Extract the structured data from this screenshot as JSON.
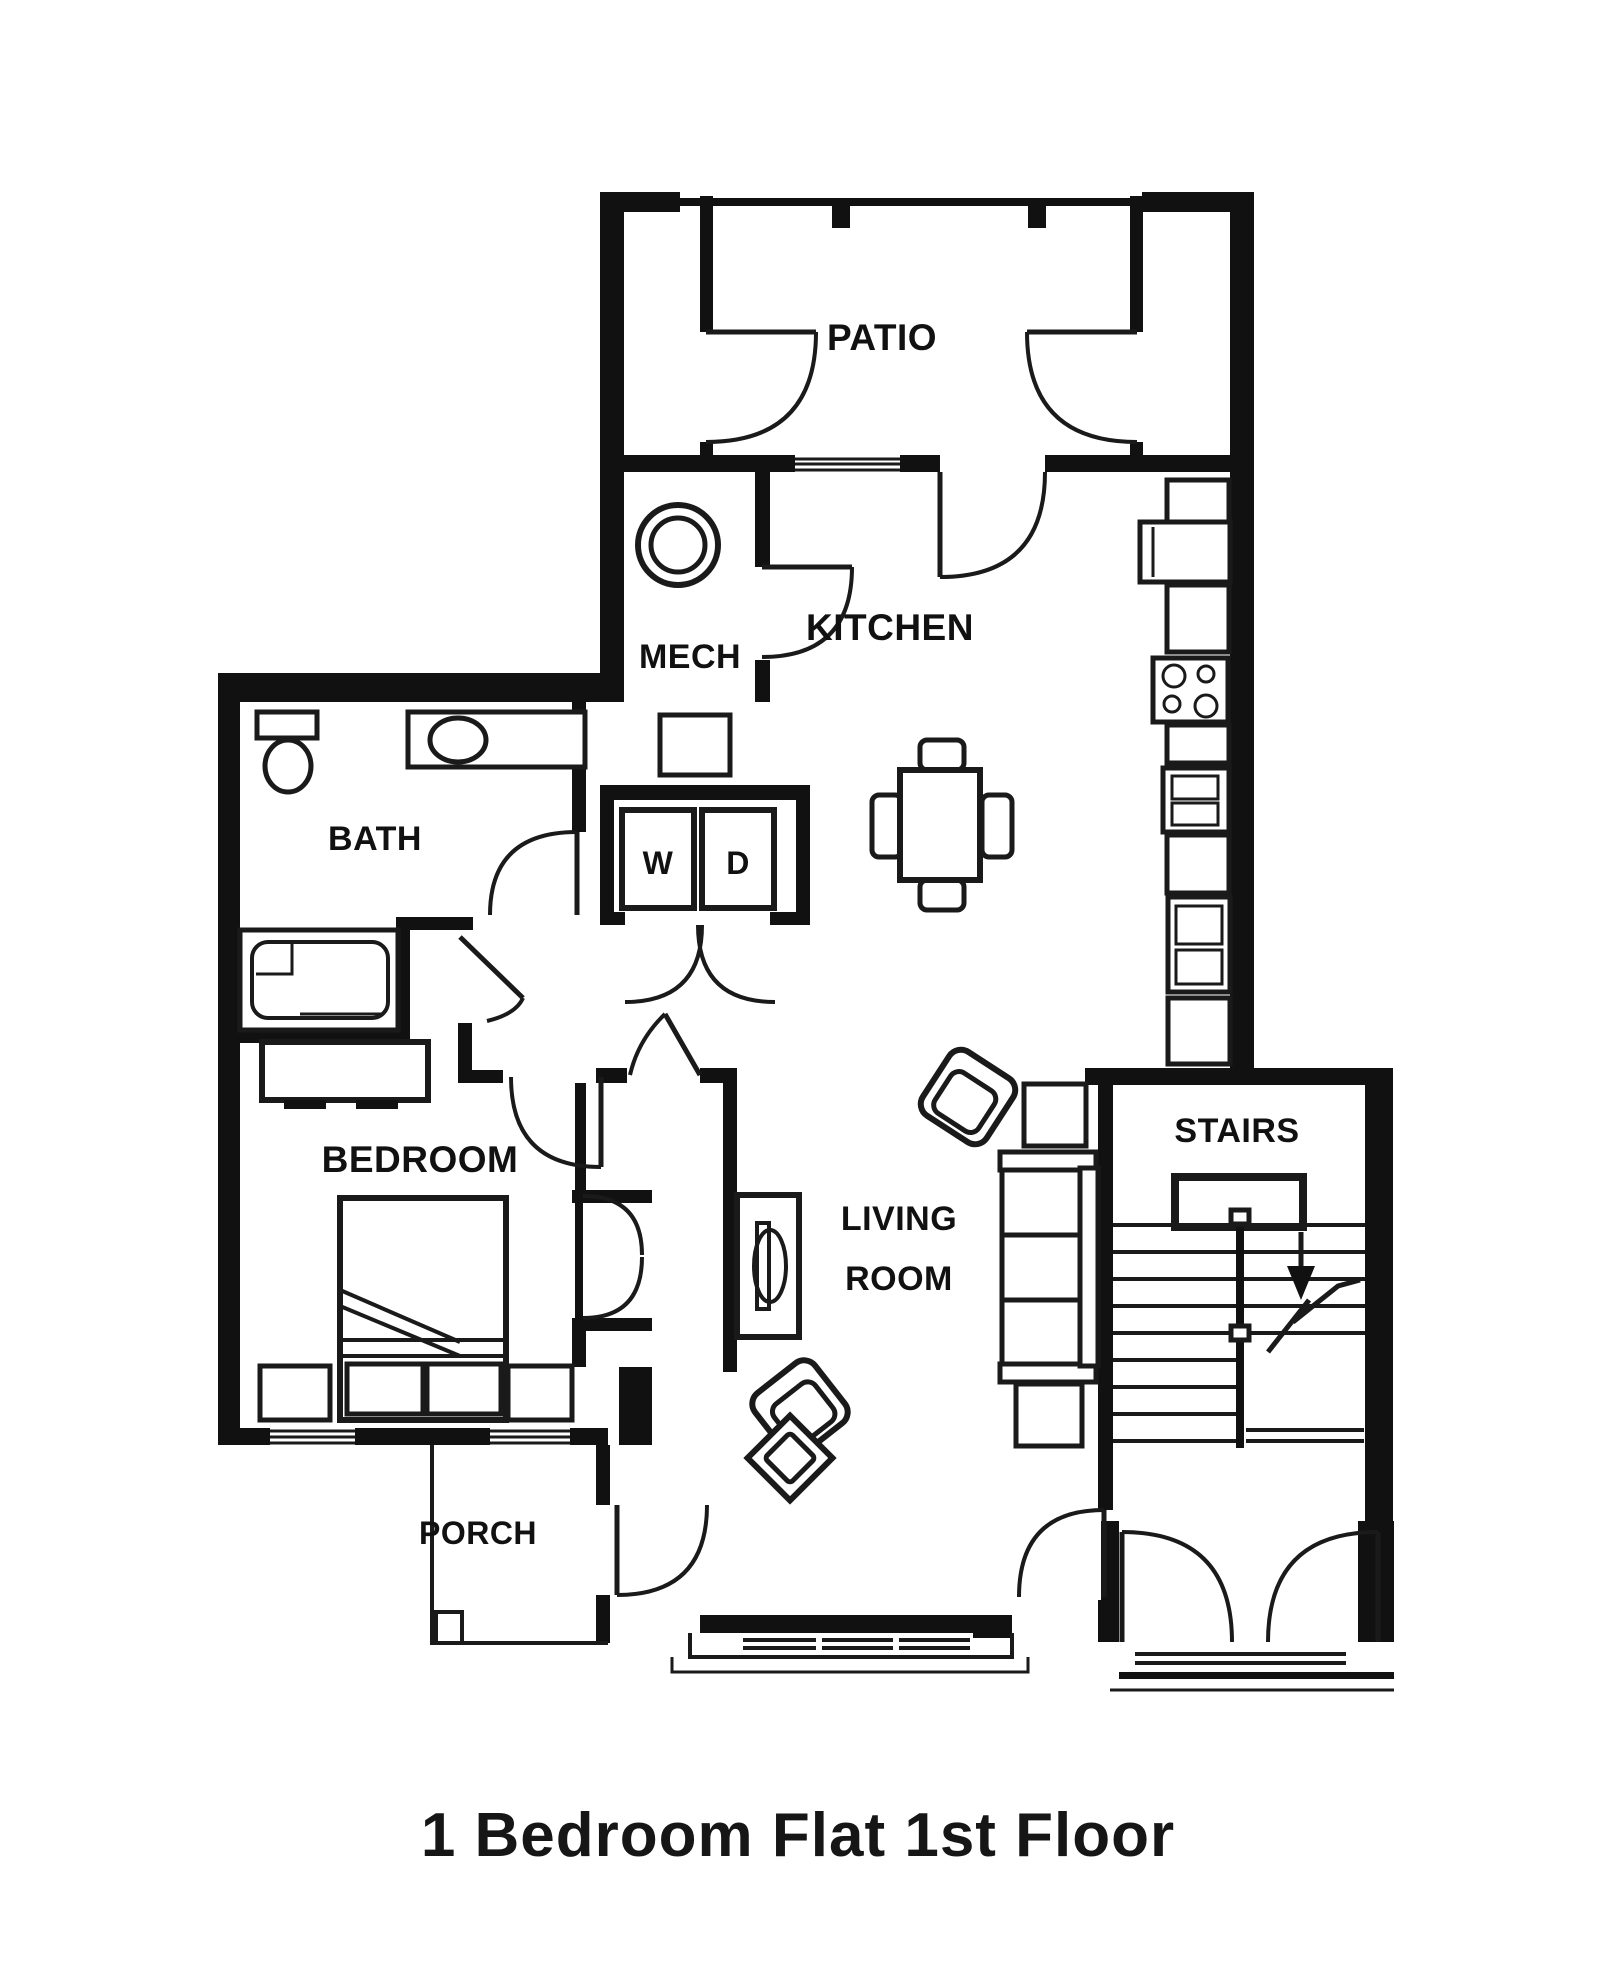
{
  "title": "1 Bedroom Flat 1st Floor",
  "rooms": {
    "patio": "PATIO",
    "mech": "MECH",
    "kitchen": "KITCHEN",
    "bath": "BATH",
    "bedroom": "BEDROOM",
    "living_line1": "LIVING",
    "living_line2": "ROOM",
    "stairs": "STAIRS",
    "porch": "PORCH"
  },
  "closet": {
    "washer": "W",
    "dryer": "D"
  },
  "colors": {
    "wall": "#111111",
    "line": "#1a1a1a",
    "background": "#ffffff"
  }
}
